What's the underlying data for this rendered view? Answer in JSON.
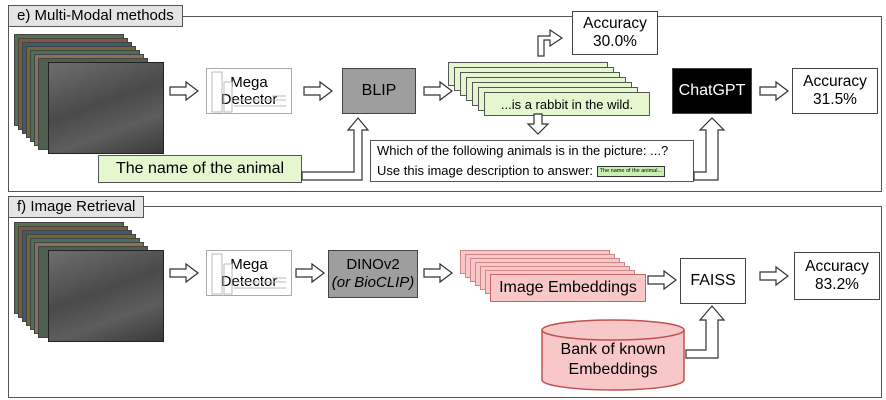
{
  "panel_e": {
    "title": "e) Multi-Modal methods",
    "detector_label_line1": "Mega",
    "detector_label_line2": "Detector",
    "blip_label": "BLIP",
    "caption_text": "...is a rabbit in the wild.",
    "chatgpt_label": "ChatGPT",
    "accuracy_top": {
      "label": "Accuracy",
      "value": "30.0%"
    },
    "accuracy_right": {
      "label": "Accuracy",
      "value": "31.5%"
    },
    "query_text": "The name of the animal",
    "prompt_line1": "Which of the following animals is in the picture: ...?",
    "prompt_line2": "Use this image description to answer:",
    "prompt_tag": "The name of the animal..."
  },
  "panel_f": {
    "title": "f) Image Retrieval",
    "detector_label_line1": "Mega",
    "detector_label_line2": "Detector",
    "dino_line1": "DINOv2",
    "dino_line2": "(or BioCLIP)",
    "embeddings_label": "Image Embeddings",
    "faiss_label": "FAISS",
    "accuracy": {
      "label": "Accuracy",
      "value": "83.2%"
    },
    "bank_line1": "Bank of known",
    "bank_line2": "Embeddings"
  },
  "colors": {
    "green_fill": "#e4f7cf",
    "red_fill": "#f8c8c8",
    "gray_fill": "#9e9e9e",
    "black_fill": "#000000"
  }
}
